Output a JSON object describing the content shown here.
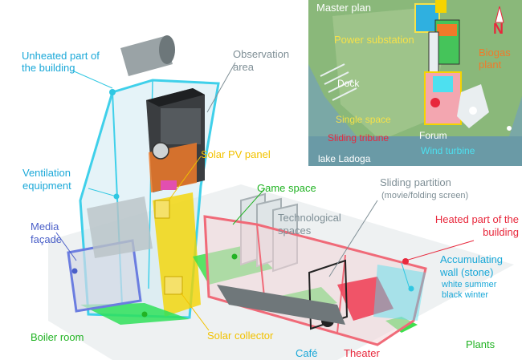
{
  "colors": {
    "cyan": "#1aa8d8",
    "red": "#e8283c",
    "yellow": "#f2c200",
    "green": "#22b324",
    "blue": "#4a5fc8",
    "grey": "#7f8f96",
    "orange": "#f07a2a"
  },
  "labels": {
    "unheated": "Unheated part of the building",
    "observation": "Observation area",
    "ventilation": "Ventilation equipment",
    "solar_pv": "Solar PV panel",
    "game_space": "Game space",
    "sliding_partition": "Sliding partition",
    "sliding_partition_note": "(movie/folding screen)",
    "technological": "Technological spaces",
    "heated": "Heated part of the building",
    "media_facade": "Media façade",
    "accumulating": "Accumulating wall (stone)",
    "accumulating_note1": "white summer",
    "accumulating_note2": "black winter",
    "boiler_room": "Boiler room",
    "solar_collector": "Solar collector",
    "cafe": "Café",
    "theater": "Theater",
    "plants": "Plants"
  },
  "inset": {
    "title": "Master plan",
    "power_substation": "Power substation",
    "biogas_plant": "Biogas plant",
    "dock": "Dock",
    "single_space": "Single space",
    "forum": "Forum",
    "sliding_tribune": "Sliding tribune",
    "wind_turbine": "Wind turbine",
    "lake": "lake Ladoga",
    "north": "N"
  }
}
